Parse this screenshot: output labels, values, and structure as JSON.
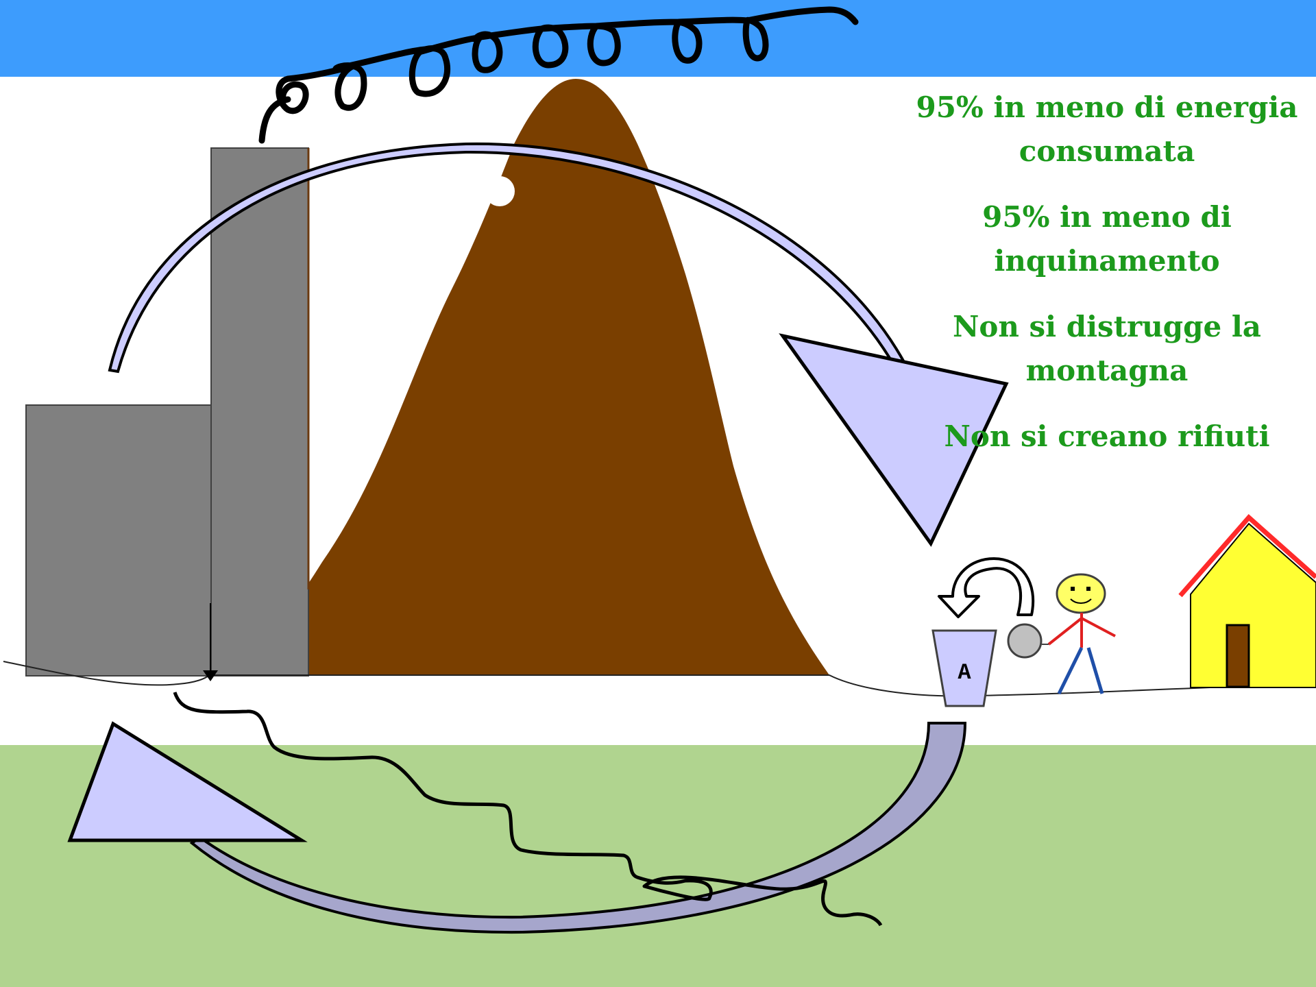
{
  "colors": {
    "sky": "#3d9cfd",
    "ground": "#b0d48f",
    "mountain": "#7a3f00",
    "factory": "#808080",
    "arrow_fill": "#ccccff",
    "arrow_dark": "#a6a6cc",
    "text": "#1c9a1c",
    "house_wall": "#ffff33",
    "house_roof": "#ff2a2a",
    "door": "#7a3f00",
    "person_body": "#e02020",
    "person_legs": "#1f4fa8",
    "face": "#ffff66",
    "ball": "#c0c0c0",
    "bin": "#ccccff"
  },
  "benefits": [
    "95% in meno di energia consumata",
    "95% in meno di inquinamento",
    "Non si distrugge la montagna",
    "Non si creano rifiuti"
  ],
  "recycling_bin": {
    "label": "A"
  },
  "icons": [
    "smoke-spiral-icon",
    "cycle-arrow-icon",
    "stick-figure-icon",
    "house-icon",
    "recycling-bin-icon",
    "ball-icon",
    "small-return-arrow-icon"
  ]
}
